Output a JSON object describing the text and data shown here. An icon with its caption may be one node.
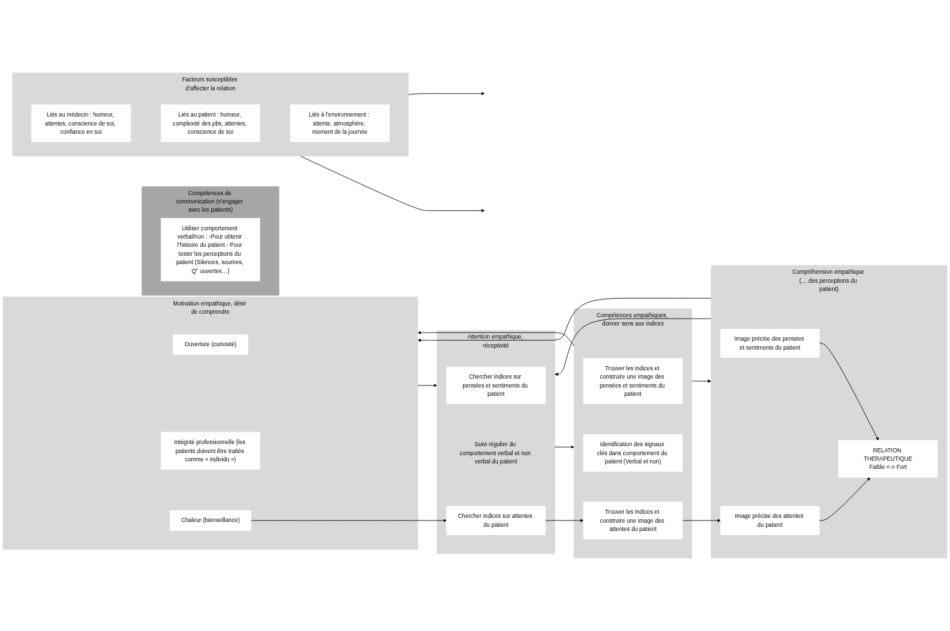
{
  "diagram": {
    "nodes": [
      {
        "text": [
          "Motivation empathique, désir de comprendre"
        ]
      },
      {
        "text": [
          "Ouverture (curiosité)"
        ],
        "in": 0
      },
      {
        "text": [
          "Intégrité professionnelle (les patients doivent être traités comme « individu »)"
        ],
        "in": 0
      },
      {
        "text": [
          "Chaleur (bienveillance)"
        ],
        "in": 0
      },
      {
        "text": [
          "Attention empathique, réceptivité"
        ]
      },
      {
        "text": [
          "Chercher indices sur pensées et sentiments du patient"
        ],
        "in": 4
      },
      {
        "text": [
          "Suivi régulier du comportement verbal et non verbal du patient"
        ],
        "in": 4
      },
      {
        "text": [
          "Chercher indices sur attentes du patient"
        ],
        "in": 4
      },
      {
        "text": [
          "Compétences empathiques, donner sens aux indices"
        ]
      },
      {
        "text": [
          "Trouver les indices et construire une image des pensées et sentiments du patient"
        ],
        "in": 8
      },
      {
        "text": [
          "Identification des signaux clés dans comportement du patient (Verbal et non)"
        ],
        "in": 8
      },
      {
        "text": [
          "Trouver les indices et construire une image des attentes du patient"
        ],
        "in": 8
      },
      {
        "text": [
          "Compétences de communication (s’engager avec les patients)"
        ]
      },
      {
        "text": [
          "Utiliser comportement verbal/non : -Pour obtenir l’histoire du patient - Pour tester les perceptions du patient (Silences, sourires, Q° ouvertes…)"
        ],
        "in": 12
      },
      {
        "text": [
          "Compréhension empathique (… des perceptions du patient)"
        ]
      },
      {
        "text": [
          "Image précise des pensées et sentiments du patient"
        ],
        "in": 14
      },
      {
        "text": [
          "RELATION THERAPEUTIQUE",
          "Faible <-> Fort"
        ],
        "in": 14
      },
      {
        "text": [
          "Image précise des attentes du patient"
        ],
        "in": 14
      },
      {
        "text": [
          "Facteurs susceptibles d’affecter la relation"
        ]
      },
      {
        "text": [
          "Liés au médecin : humeur, attentes, conscience de soi, confiance en soi"
        ],
        "in": 18
      },
      {
        "text": [
          "Liés au patient : humeur, complexité des pbs, attentes, conscience de soi"
        ],
        "in": 18
      },
      {
        "text": [
          "Liés à l’environnement : attente, atmosphère, moment de la journée"
        ],
        "in": 18
      }
    ],
    "edges": [
      {
        "from": 0,
        "to": 4,
        "arrow": "to"
      },
      {
        "from": 4,
        "to": 8,
        "arrow": "to"
      },
      {
        "from": 8,
        "to": 14,
        "arrow": "to"
      },
      {
        "from": 3,
        "to": 7,
        "arrow": "to"
      },
      {
        "from": 7,
        "to": 11,
        "arrow": "to"
      },
      {
        "from": 11,
        "to": 17,
        "arrow": "to"
      },
      {
        "from": 15,
        "to": 16,
        "arrow": "to"
      },
      {
        "from": 17,
        "to": 16,
        "arrow": "to"
      },
      {
        "from": 8,
        "to": 0,
        "arrow": "to"
      },
      {
        "from": 14,
        "to": 0,
        "arrow": "to"
      },
      {
        "from": 14,
        "to": 4,
        "arrow": "to"
      },
      {
        "from": 18,
        "to": null,
        "arrow": "to"
      },
      {
        "from": 18,
        "to": null,
        "arrow": "to"
      }
    ]
  }
}
